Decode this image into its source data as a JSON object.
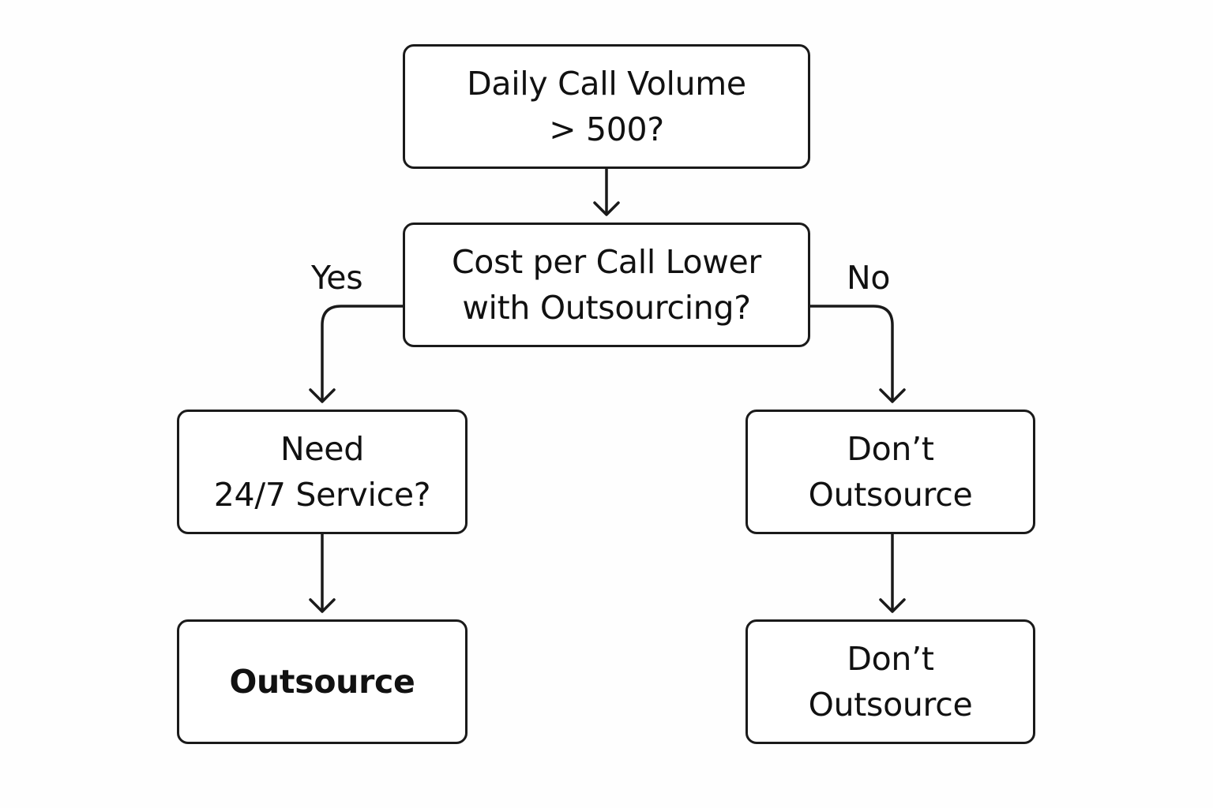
{
  "nodes": {
    "volume": {
      "text": "Daily Call Volume\n> 500?"
    },
    "cost": {
      "text": "Cost per Call Lower\nwith Outsourcing?"
    },
    "service": {
      "text": "Need\n24/7 Service?"
    },
    "dont_a": {
      "text": "Don’t\nOutsource"
    },
    "outsource": {
      "text": "Outsource"
    },
    "dont_b": {
      "text": "Don’t\nOutsource"
    }
  },
  "edges": {
    "yes_label": "Yes",
    "no_label": "No"
  },
  "colors": {
    "stroke": "#1a1a1a",
    "background": "#fefefe",
    "node_fill": "#ffffff",
    "text": "#111111"
  }
}
